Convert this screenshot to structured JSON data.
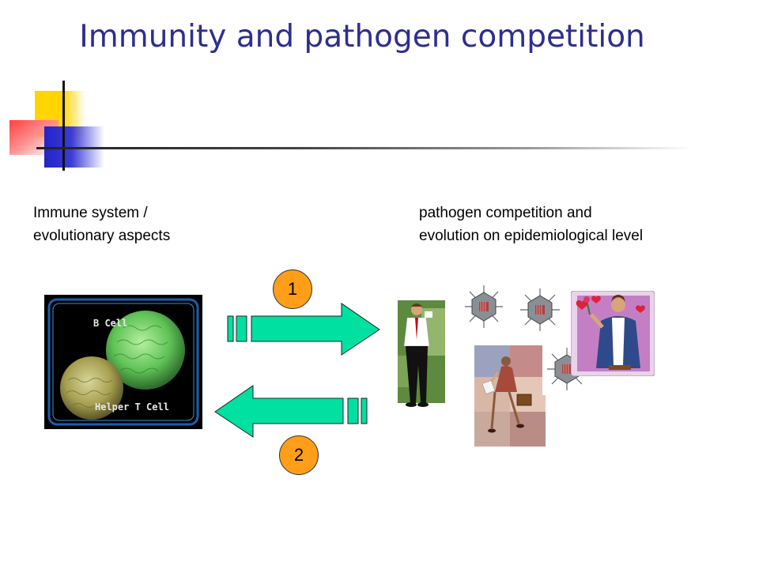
{
  "slide": {
    "title": "Immunity and pathogen competition"
  },
  "left_label": {
    "line1": "Immune system /",
    "line2": "evolutionary aspects"
  },
  "right_label": {
    "line1": "pathogen competition and",
    "line2": "evolution on epidemiological level"
  },
  "cell_image": {
    "b_cell_label": "B Cell",
    "helper_t_label": "Helper T Cell"
  },
  "badges": {
    "one": "1",
    "two": "2"
  },
  "colors": {
    "title": "#2e2e8f",
    "arrow_fill": "#00e0a0",
    "badge_fill": "#ff9e19"
  }
}
